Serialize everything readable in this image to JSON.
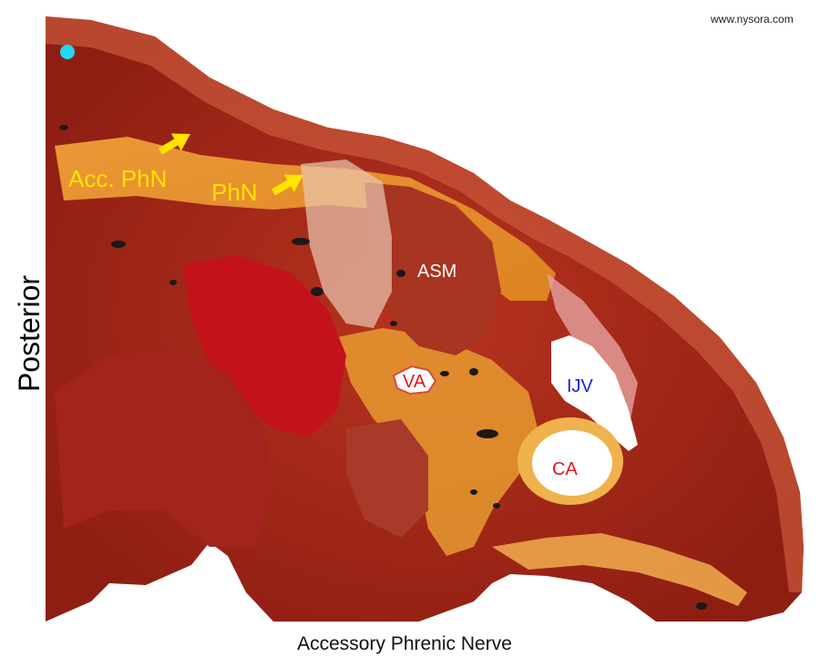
{
  "watermark": "www.nysora.com",
  "orientation_label": "Posterior",
  "caption": "Accessory Phrenic Nerve",
  "labels": {
    "acc_phn": "Acc. PhN",
    "phn": "PhN",
    "asm": "ASM",
    "va": "VA",
    "ijv": "IJV",
    "ca": "CA"
  },
  "colors": {
    "arrow_yellow": "#ffe400",
    "artery_label_red": "#e2161b",
    "vein_label_blue": "#1424d8",
    "marker_cyan": "#22d8f0"
  },
  "icons": [
    "cyan-dot-marker",
    "arrow-icon"
  ]
}
